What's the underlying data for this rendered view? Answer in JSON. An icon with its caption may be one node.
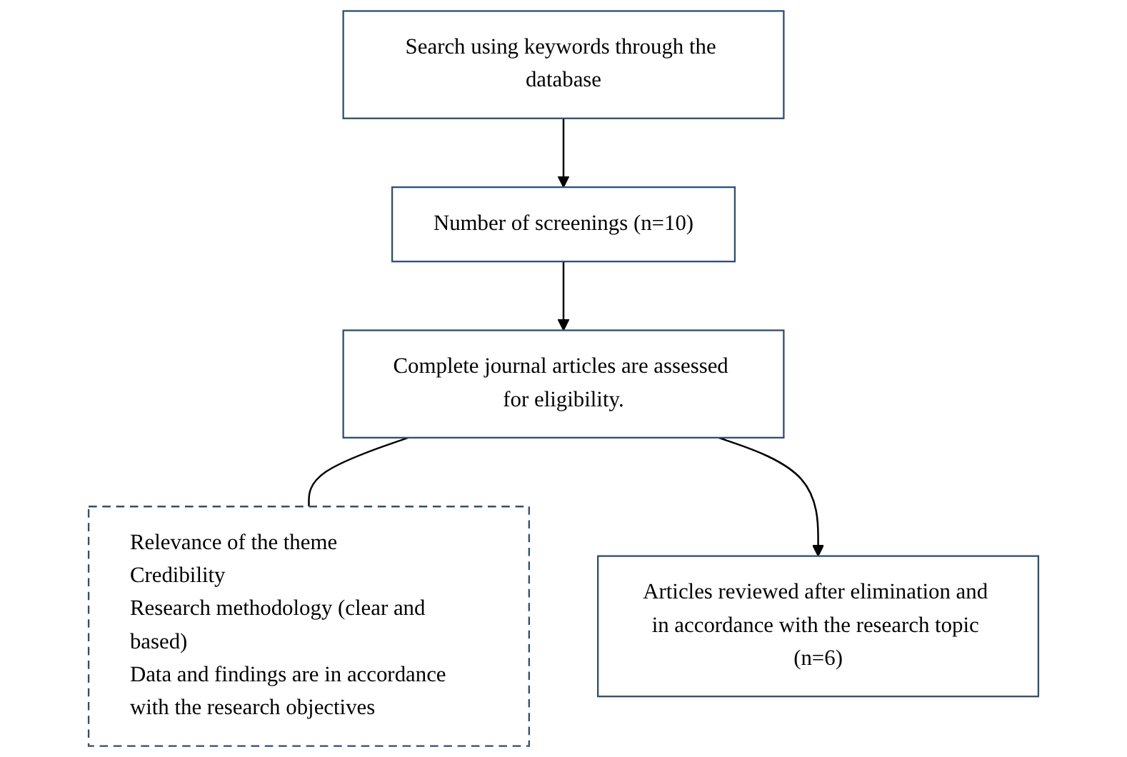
{
  "diagram": {
    "nodes": [
      {
        "text": [
          "Number of screenings (n=10)"
        ]
      },
      {
        "text": [
          "Search using keywords through the database"
        ]
      },
      {
        "text": [
          "Complete journal articles are assessed for eligibility."
        ]
      },
      {
        "text": [
          "Relevance of the theme",
          "Credibility",
          "Research methodology (clear and based)",
          "Data and findings are in accordance with the research objectives"
        ]
      },
      {
        "text": [
          "Articles reviewed after elimination and in accordance with the research topic (n=6)"
        ]
      }
    ],
    "edges": [
      {
        "from": 1,
        "to": 0,
        "arrow": "to"
      },
      {
        "from": 0,
        "to": 2,
        "arrow": "to"
      },
      {
        "from": 2,
        "to": 3,
        "arrow": "none"
      },
      {
        "from": 2,
        "to": 4,
        "arrow": "to"
      }
    ]
  }
}
